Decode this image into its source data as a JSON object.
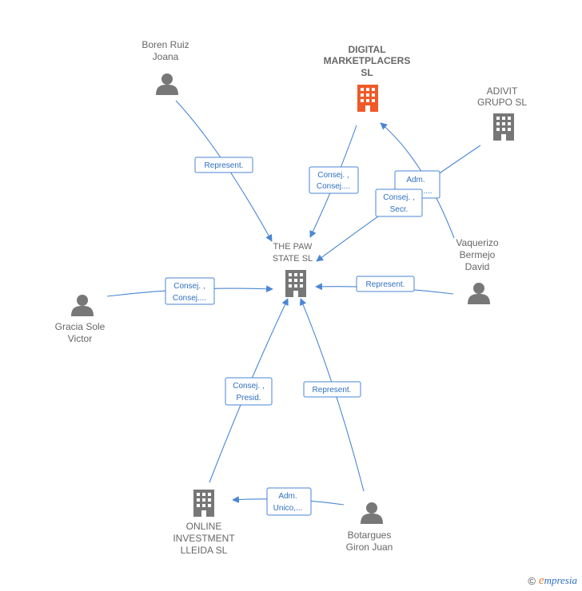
{
  "colors": {
    "edge": "#4a86d4",
    "company": "#777777",
    "highlight": "#f05a28",
    "person": "#777777"
  },
  "nodes": [
    {
      "id": "center",
      "type": "company",
      "label": [
        "THE PAW",
        "STATE  SL"
      ]
    },
    {
      "id": "digital",
      "type": "company-highlight",
      "label": [
        "DIGITAL",
        "MARKETPLACERS",
        "SL"
      ]
    },
    {
      "id": "adivit",
      "type": "company",
      "label": [
        "ADIVIT",
        "GRUPO  SL"
      ]
    },
    {
      "id": "online",
      "type": "company",
      "label": [
        "ONLINE",
        "INVESTMENT",
        "LLEIDA  SL"
      ]
    },
    {
      "id": "boren",
      "type": "person",
      "label": [
        "Boren Ruiz",
        "Joana"
      ]
    },
    {
      "id": "vaquerizo",
      "type": "person",
      "label": [
        "Vaquerizo",
        "Bermejo",
        "David"
      ]
    },
    {
      "id": "gracia",
      "type": "person",
      "label": [
        "Gracia Sole",
        "Victor"
      ]
    },
    {
      "id": "botargues",
      "type": "person",
      "label": [
        "Botargues",
        "Giron Juan"
      ]
    }
  ],
  "edges": [
    {
      "id": "boren-center",
      "label": [
        "Represent."
      ]
    },
    {
      "id": "digital-center",
      "label": [
        "Consej. ,",
        "Consej...."
      ]
    },
    {
      "id": "vaquerizo-digital",
      "label": [
        "Adm.",
        "...."
      ]
    },
    {
      "id": "adivit-center",
      "label": [
        "Consej. ,",
        "Secr."
      ]
    },
    {
      "id": "vaquerizo-center",
      "label": [
        "Represent."
      ]
    },
    {
      "id": "gracia-center",
      "label": [
        "Consej. ,",
        "Consej...."
      ]
    },
    {
      "id": "online-center",
      "label": [
        "Consej. ,",
        "Presid."
      ]
    },
    {
      "id": "botargues-center",
      "label": [
        "Represent."
      ]
    },
    {
      "id": "botargues-online",
      "label": [
        "Adm.",
        "Unico,..."
      ]
    }
  ],
  "footer": {
    "copyright": "©",
    "brand_initial": "e",
    "brand_rest": "mpresia"
  }
}
